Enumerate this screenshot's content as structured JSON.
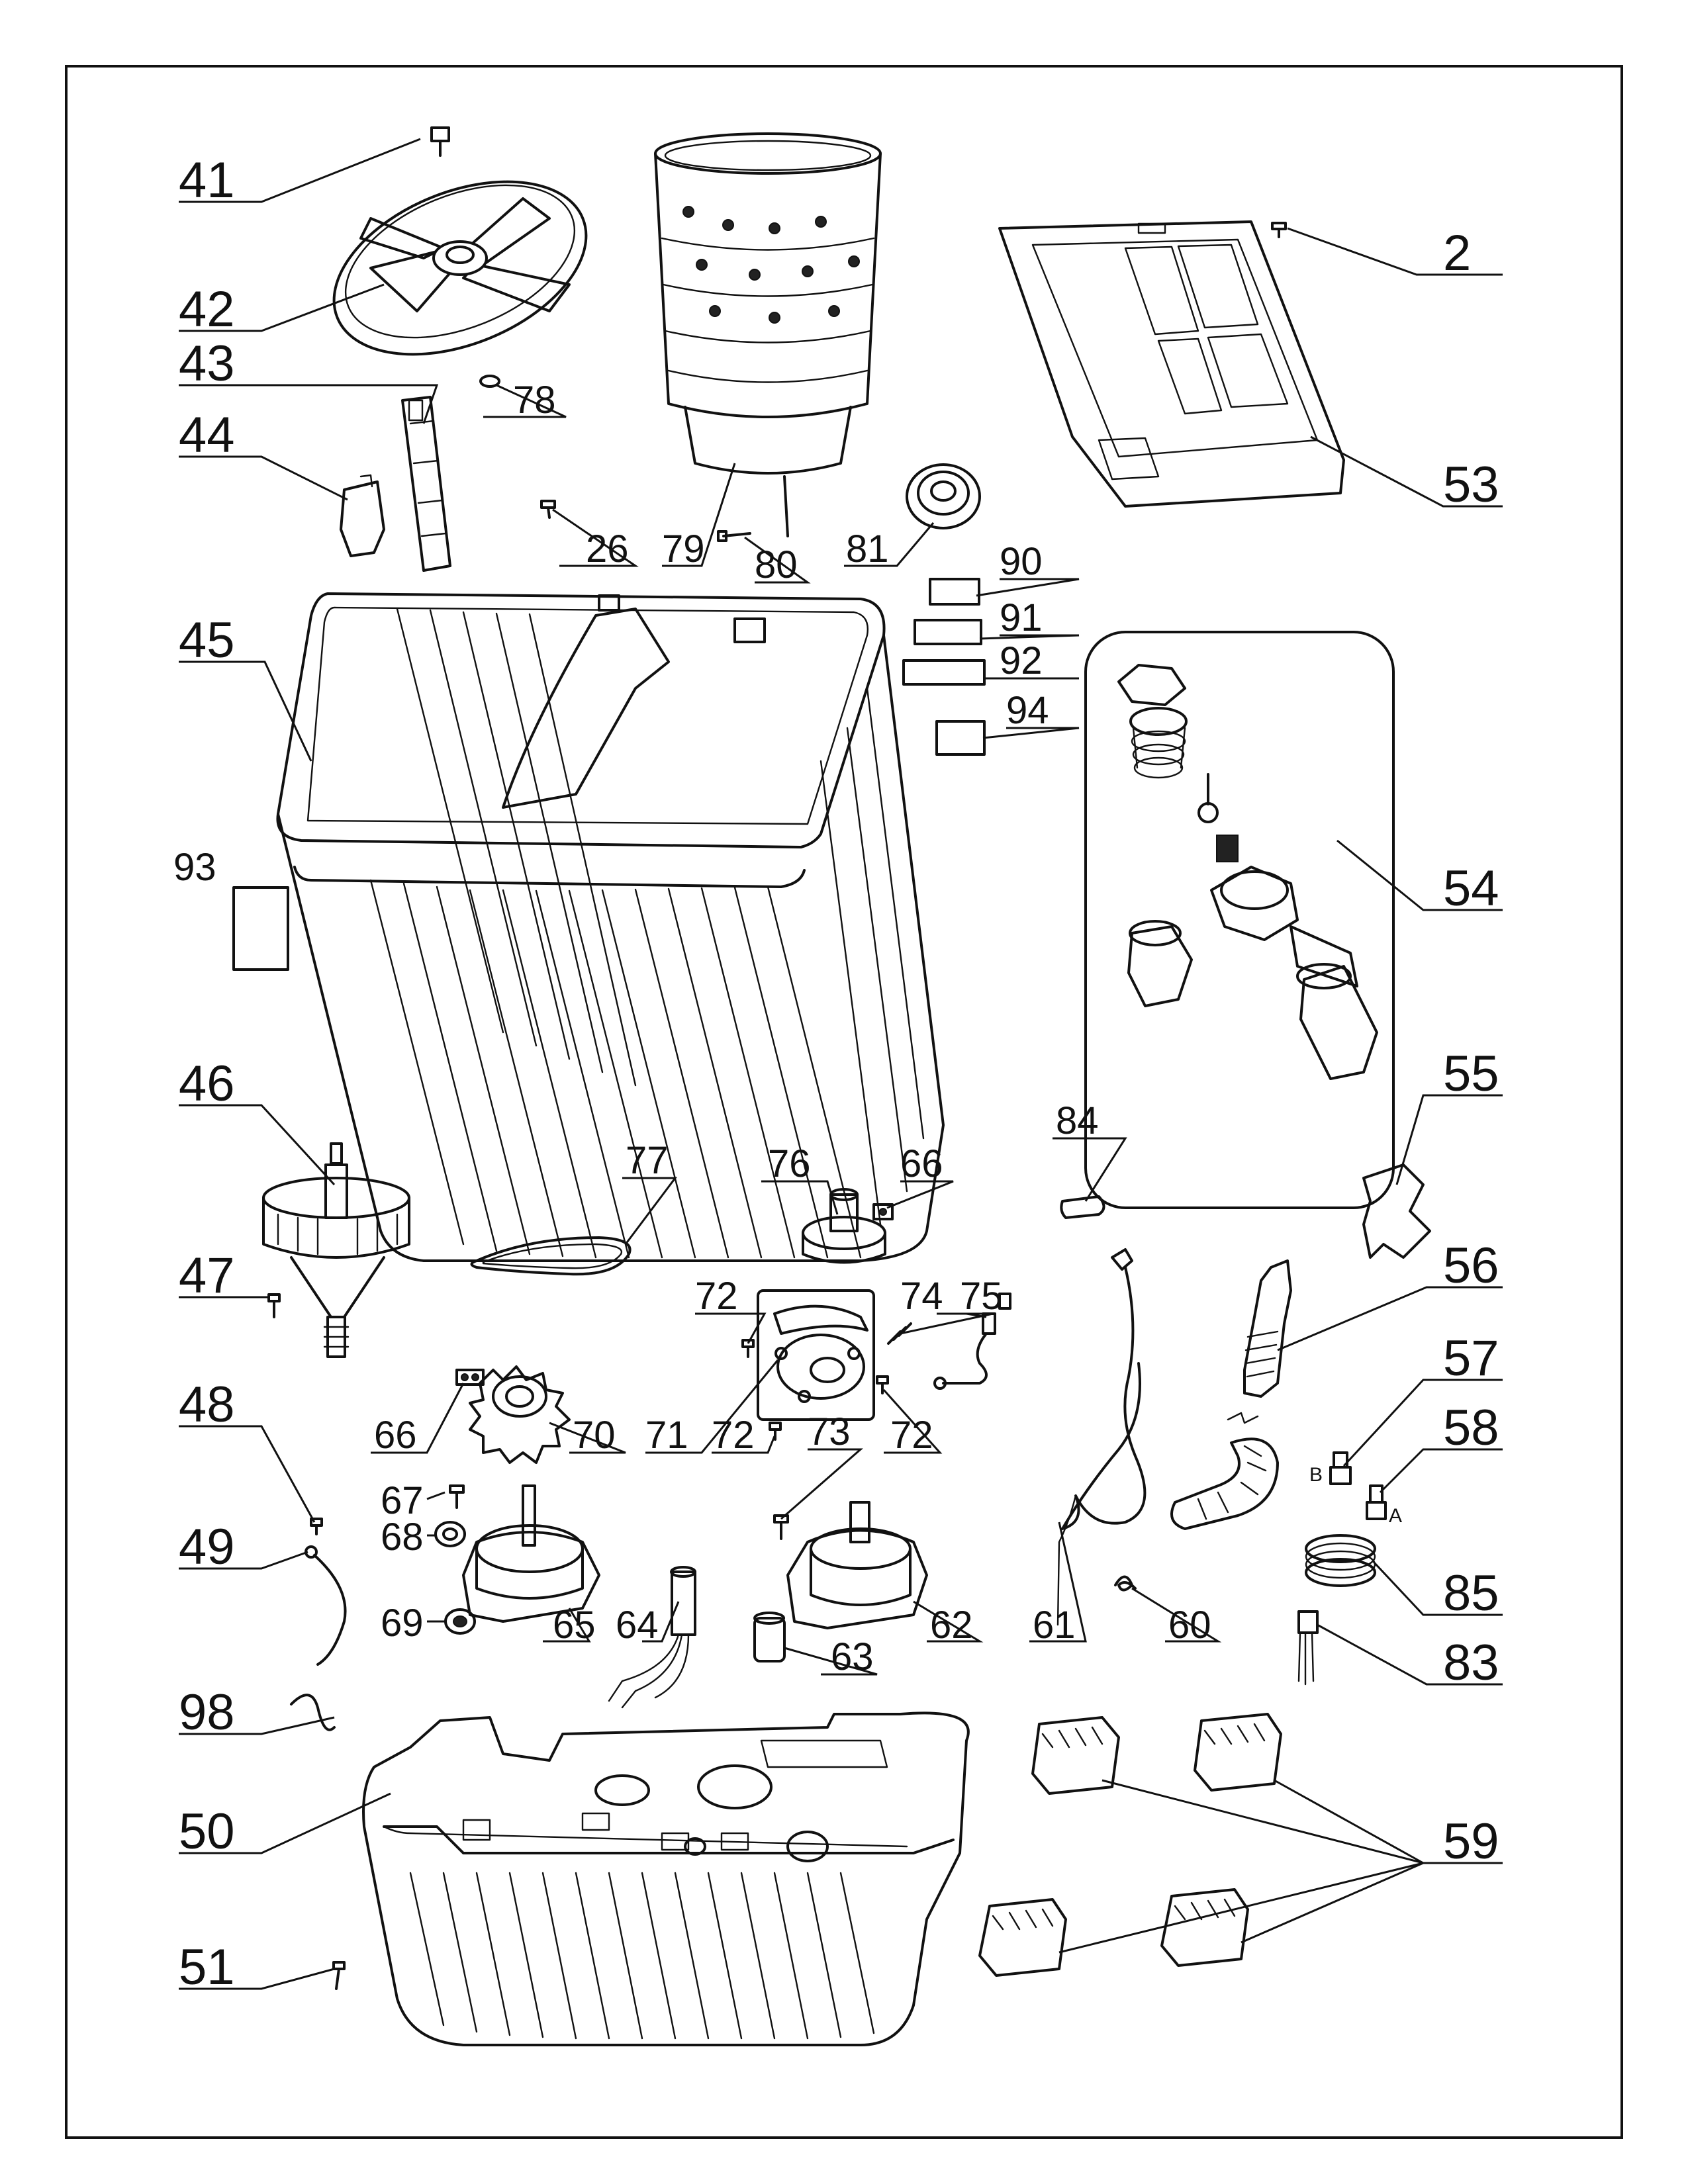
{
  "diagram": {
    "title": "Washing machine exploded parts diagram",
    "callouts": [
      "41",
      "42",
      "43",
      "44",
      "78",
      "26",
      "79",
      "80",
      "81",
      "2",
      "53",
      "90",
      "91",
      "92",
      "94",
      "45",
      "93",
      "54",
      "46",
      "47",
      "77",
      "76",
      "66",
      "84",
      "55",
      "56",
      "57",
      "58",
      "48",
      "49",
      "72",
      "74",
      "75",
      "71",
      "73",
      "70",
      "67",
      "68",
      "69",
      "65",
      "64",
      "62",
      "63",
      "61",
      "60",
      "85",
      "83",
      "98",
      "50",
      "51",
      "59"
    ],
    "letter_marks": [
      "B",
      "A"
    ]
  }
}
